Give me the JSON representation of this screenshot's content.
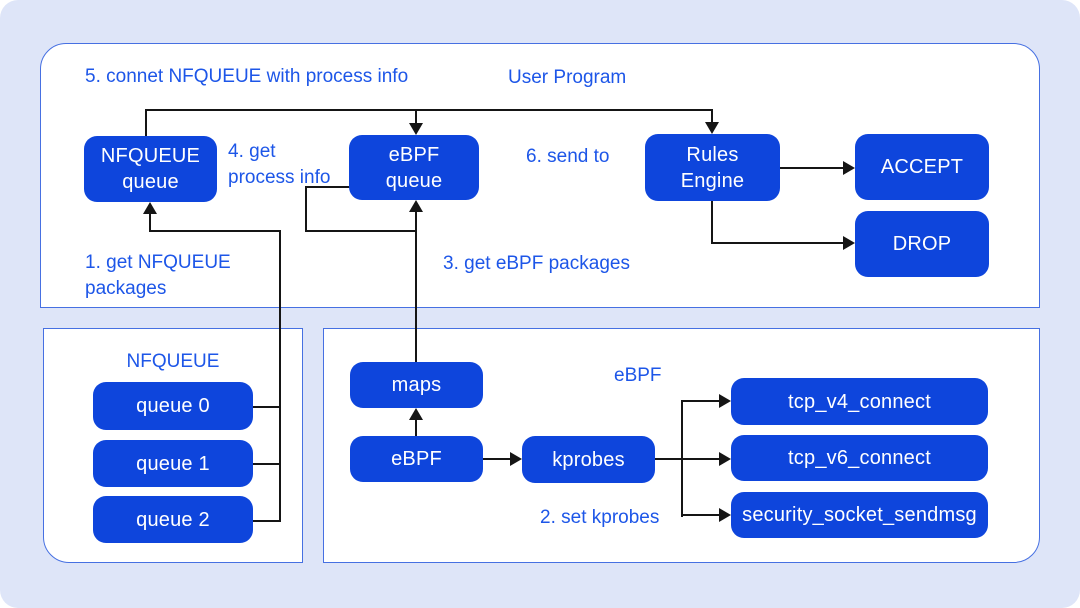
{
  "colors": {
    "canvas_background": "#dee5f8",
    "node_blue": "#0e45dc",
    "label_blue": "#1d56e8",
    "container_border_blue": "#4670e2",
    "connector_black": "#151515",
    "node_text": "#ffffff"
  },
  "containers": {
    "user_program": {
      "title": "User Program"
    },
    "nfqueue": {
      "title": "NFQUEUE"
    },
    "ebpf": {
      "title": "eBPF"
    }
  },
  "nodes": {
    "nfqueue_queue": "NFQUEUE queue",
    "ebpf_queue": "eBPF queue",
    "rules_engine": "Rules Engine",
    "accept": "ACCEPT",
    "drop": "DROP",
    "queue0": "queue 0",
    "queue1": "queue 1",
    "queue2": "queue 2",
    "maps": "maps",
    "ebpf": "eBPF",
    "kprobes": "kprobes",
    "tcp_v4_connect": "tcp_v4_connect",
    "tcp_v6_connect": "tcp_v6_connect",
    "security_socket_sendmsg": "security_socket_sendmsg"
  },
  "steps": {
    "step1": "1. get NFQUEUE packages",
    "step2": "2. set kprobes",
    "step3": "3. get eBPF packages",
    "step4": "4. get process info",
    "step5": "5. connet NFQUEUE with process info",
    "step6": "6. send to"
  }
}
